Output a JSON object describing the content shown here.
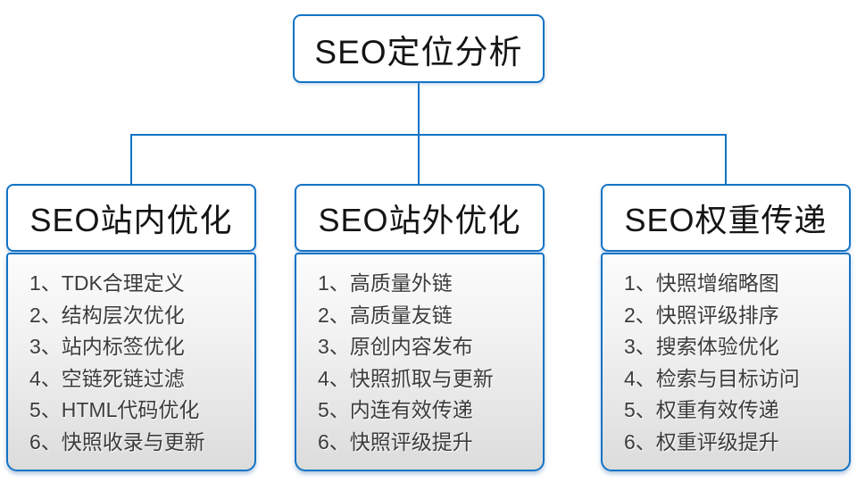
{
  "root": {
    "title": "SEO定位分析"
  },
  "columns": [
    {
      "title": "SEO站内优化",
      "items": [
        "1、TDK合理定义",
        "2、结构层次优化",
        "3、站内标签优化",
        "4、空链死链过滤",
        "5、HTML代码优化",
        "6、快照收录与更新"
      ]
    },
    {
      "title": "SEO站外优化",
      "items": [
        "1、高质量外链",
        "2、高质量友链",
        "3、原创内容发布",
        "4、快照抓取与更新",
        "5、内连有效传递",
        "6、快照评级提升"
      ]
    },
    {
      "title": "SEO权重传递",
      "items": [
        "1、快照增缩略图",
        "2、快照评级排序",
        "3、搜索体验优化",
        "4、检索与目标访问",
        "5、权重有效传递",
        "6、权重评级提升"
      ]
    }
  ],
  "colors": {
    "border_blue": "#1273c6",
    "title_text": "#141414",
    "list_text": "#3c3c3c"
  }
}
